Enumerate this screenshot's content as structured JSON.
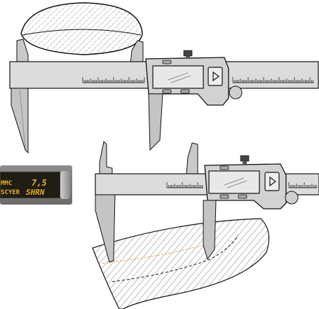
{
  "figure": {
    "colors": {
      "body": "#d9d9d9",
      "outline": "#111111",
      "jaw": "#c4c4c4",
      "hatch": "#555555",
      "lcd": "#e7e7e7",
      "badge_text": "#e3b02a"
    }
  },
  "badge": {
    "line1": "MMC",
    "line2": "SCYER",
    "value_top": "7,5",
    "value_bottom": "SHRN"
  },
  "icons": {
    "play_button": "play-icon",
    "thumb_wheel": "roller-icon"
  }
}
